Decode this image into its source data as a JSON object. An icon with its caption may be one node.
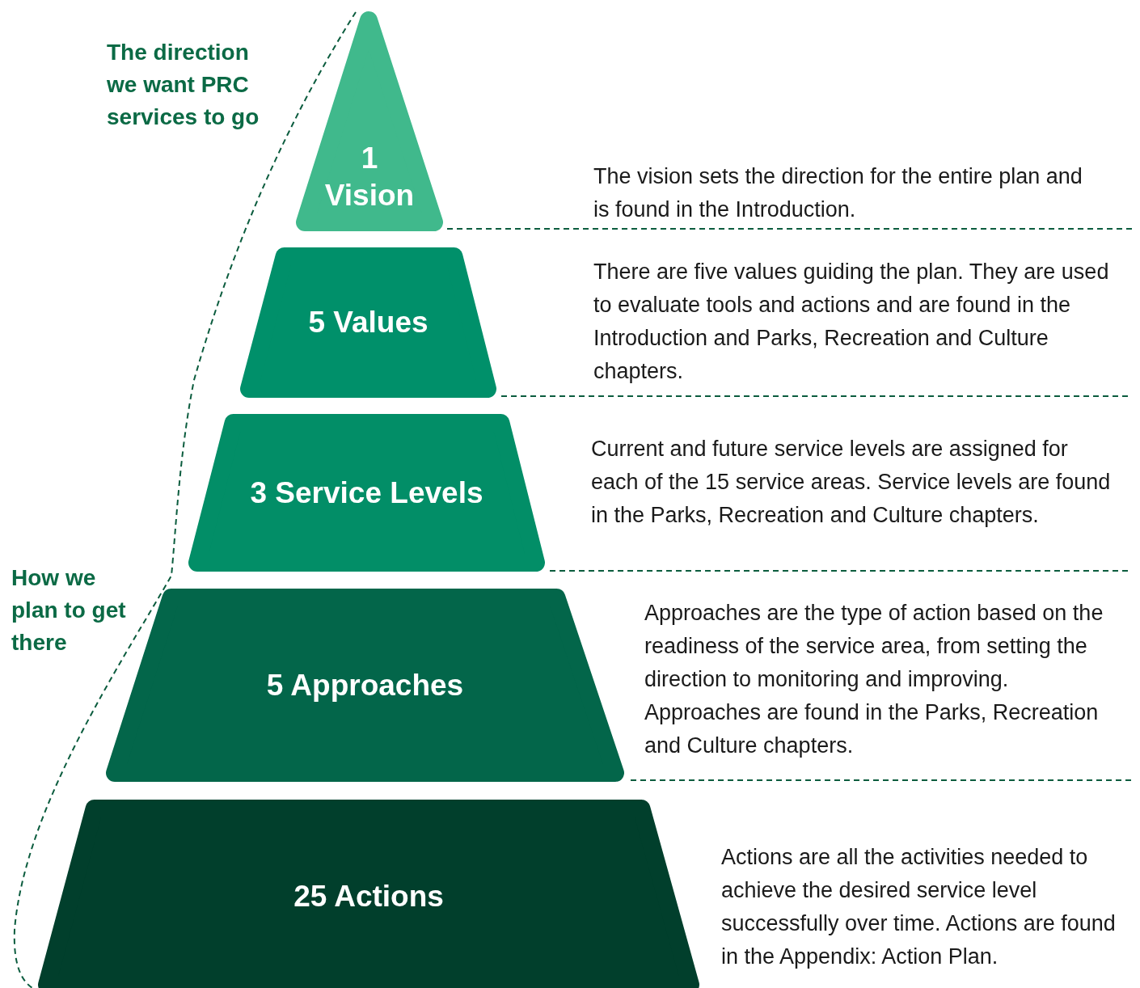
{
  "diagram": {
    "nodes": [
      {
        "text": [
          "1 Vision"
        ]
      },
      {
        "text": [
          "5 Values"
        ]
      },
      {
        "text": [
          "3 Service Levels"
        ]
      },
      {
        "text": [
          "5 Approaches"
        ]
      },
      {
        "text": [
          "25 Actions"
        ]
      }
    ],
    "edges": [],
    "labels": [
      "The direction we want PRC services to go",
      "The vision sets the direction for the entire plan and is found in the Introduction.",
      "There are five values guiding the plan. They are used to evaluate tools and actions and are found in the Introduction and Parks, Recreation and Culture chapters.",
      "Current and future service levels are assigned for each of the 15 service areas. Service levels are found in the Parks, Recreation and Culture chapters.",
      "How we plan to get there",
      "Approaches are the type of action based on the readiness of the service area, from setting the direction to monitoring and improving. Approaches are found in the Parks, Recreation and Culture chapters.",
      "Actions are all the activities needed to achieve the desired service level successfully over time. Actions are found in the Appendix: Action Plan."
    ]
  }
}
